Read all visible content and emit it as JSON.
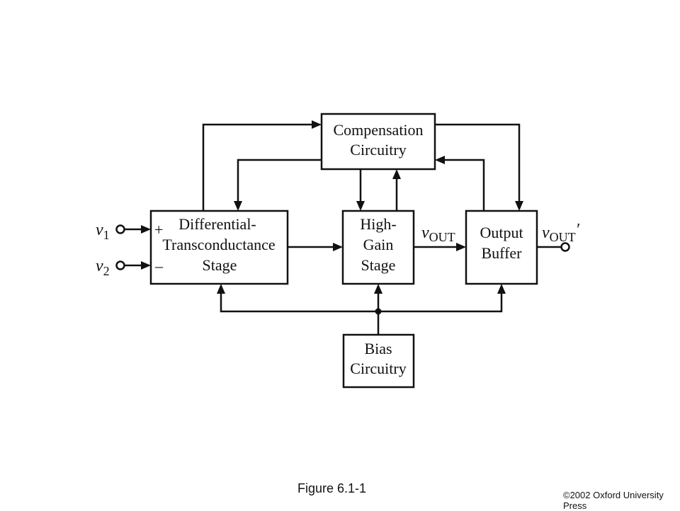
{
  "blocks": {
    "compensation": {
      "line1": "Compensation",
      "line2": "Circuitry"
    },
    "diff_stage": {
      "line1": "Differential-",
      "line2": "Transconductance",
      "line3": "Stage"
    },
    "gain_stage": {
      "line1": "High-",
      "line2": "Gain",
      "line3": "Stage"
    },
    "output_buffer": {
      "line1": "Output",
      "line2": "Buffer"
    },
    "bias": {
      "line1": "Bias",
      "line2": "Circuitry"
    }
  },
  "signals": {
    "v1": {
      "base": "v",
      "sub": "1"
    },
    "v2": {
      "base": "v",
      "sub": "2"
    },
    "vout": {
      "base": "v",
      "sub": "OUT"
    },
    "vout_prime": {
      "base": "v",
      "sub": "OUT",
      "prime": "′"
    }
  },
  "inputs": {
    "plus": "+",
    "minus": "–"
  },
  "caption": "Figure 6.1-1",
  "copyright": "©2002 Oxford University Press"
}
